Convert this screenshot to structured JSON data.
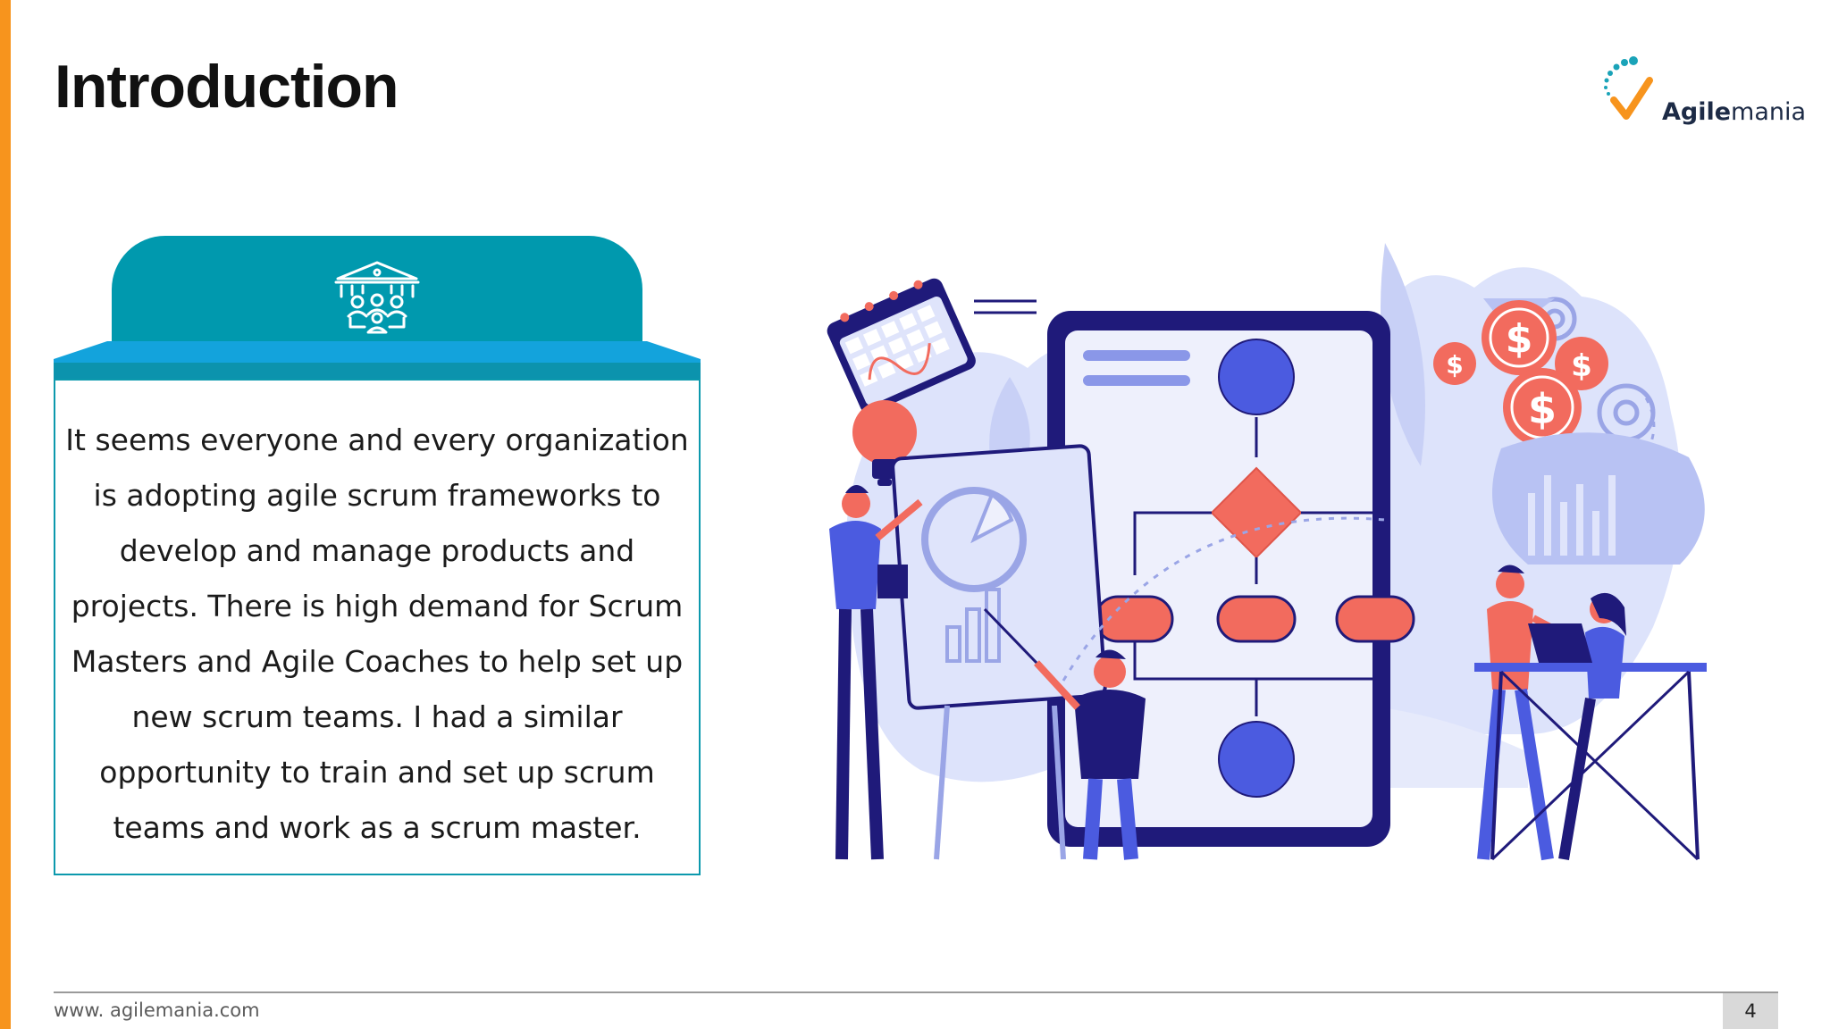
{
  "slide": {
    "title": "Introduction",
    "body": "It seems everyone and every organization is adopting agile scrum frameworks to develop and manage products and projects. There is high demand for Scrum Masters and Agile Coaches to help set up new scrum teams. I had a similar opportunity to train and set up scrum teams and work as a scrum master.",
    "card_icon": "team-building-icon"
  },
  "logo": {
    "bold": "Agile",
    "regular": "mania"
  },
  "footer": {
    "url": "www. agilemania.com",
    "page_number": "4"
  },
  "colors": {
    "accent": "#f7941d",
    "card_teal": "#0099ae",
    "tray_blue": "#13a3dc",
    "illustration_navy": "#1f1a7a",
    "illustration_blue": "#4b5be0",
    "illustration_coral": "#f26b5e"
  }
}
